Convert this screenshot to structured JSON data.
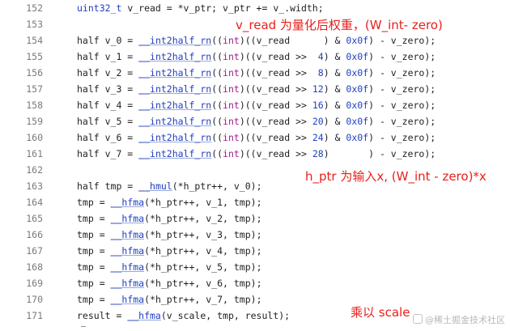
{
  "editor": {
    "lines": [
      {
        "num": "152",
        "tokens": [
          {
            "t": "uint32_t",
            "c": "type"
          },
          {
            "t": " v_read = *v_ptr; v_ptr += v_.width;",
            "c": "plain"
          }
        ]
      },
      {
        "num": "153",
        "tokens": []
      },
      {
        "num": "154",
        "tokens": [
          {
            "t": "half v_0 = ",
            "c": "plain"
          },
          {
            "t": "__int2half_rn",
            "c": "fn"
          },
          {
            "t": "((",
            "c": "plain"
          },
          {
            "t": "int",
            "c": "kw"
          },
          {
            "t": ")((v_read      ) & ",
            "c": "plain"
          },
          {
            "t": "0x0f",
            "c": "num"
          },
          {
            "t": ") - v_zero);",
            "c": "plain"
          }
        ]
      },
      {
        "num": "155",
        "tokens": [
          {
            "t": "half v_1 = ",
            "c": "plain"
          },
          {
            "t": "__int2half_rn",
            "c": "fn"
          },
          {
            "t": "((",
            "c": "plain"
          },
          {
            "t": "int",
            "c": "kw"
          },
          {
            "t": ")((v_read >>  ",
            "c": "plain"
          },
          {
            "t": "4",
            "c": "num"
          },
          {
            "t": ") & ",
            "c": "plain"
          },
          {
            "t": "0x0f",
            "c": "num"
          },
          {
            "t": ") - v_zero);",
            "c": "plain"
          }
        ]
      },
      {
        "num": "156",
        "tokens": [
          {
            "t": "half v_2 = ",
            "c": "plain"
          },
          {
            "t": "__int2half_rn",
            "c": "fn"
          },
          {
            "t": "((",
            "c": "plain"
          },
          {
            "t": "int",
            "c": "kw"
          },
          {
            "t": ")((v_read >>  ",
            "c": "plain"
          },
          {
            "t": "8",
            "c": "num"
          },
          {
            "t": ") & ",
            "c": "plain"
          },
          {
            "t": "0x0f",
            "c": "num"
          },
          {
            "t": ") - v_zero);",
            "c": "plain"
          }
        ]
      },
      {
        "num": "157",
        "tokens": [
          {
            "t": "half v_3 = ",
            "c": "plain"
          },
          {
            "t": "__int2half_rn",
            "c": "fn"
          },
          {
            "t": "((",
            "c": "plain"
          },
          {
            "t": "int",
            "c": "kw"
          },
          {
            "t": ")((v_read >> ",
            "c": "plain"
          },
          {
            "t": "12",
            "c": "num"
          },
          {
            "t": ") & ",
            "c": "plain"
          },
          {
            "t": "0x0f",
            "c": "num"
          },
          {
            "t": ") - v_zero);",
            "c": "plain"
          }
        ]
      },
      {
        "num": "158",
        "tokens": [
          {
            "t": "half v_4 = ",
            "c": "plain"
          },
          {
            "t": "__int2half_rn",
            "c": "fn"
          },
          {
            "t": "((",
            "c": "plain"
          },
          {
            "t": "int",
            "c": "kw"
          },
          {
            "t": ")((v_read >> ",
            "c": "plain"
          },
          {
            "t": "16",
            "c": "num"
          },
          {
            "t": ") & ",
            "c": "plain"
          },
          {
            "t": "0x0f",
            "c": "num"
          },
          {
            "t": ") - v_zero);",
            "c": "plain"
          }
        ]
      },
      {
        "num": "159",
        "tokens": [
          {
            "t": "half v_5 = ",
            "c": "plain"
          },
          {
            "t": "__int2half_rn",
            "c": "fn"
          },
          {
            "t": "((",
            "c": "plain"
          },
          {
            "t": "int",
            "c": "kw"
          },
          {
            "t": ")((v_read >> ",
            "c": "plain"
          },
          {
            "t": "20",
            "c": "num"
          },
          {
            "t": ") & ",
            "c": "plain"
          },
          {
            "t": "0x0f",
            "c": "num"
          },
          {
            "t": ") - v_zero);",
            "c": "plain"
          }
        ]
      },
      {
        "num": "160",
        "tokens": [
          {
            "t": "half v_6 = ",
            "c": "plain"
          },
          {
            "t": "__int2half_rn",
            "c": "fn"
          },
          {
            "t": "((",
            "c": "plain"
          },
          {
            "t": "int",
            "c": "kw"
          },
          {
            "t": ")((v_read >> ",
            "c": "plain"
          },
          {
            "t": "24",
            "c": "num"
          },
          {
            "t": ") & ",
            "c": "plain"
          },
          {
            "t": "0x0f",
            "c": "num"
          },
          {
            "t": ") - v_zero);",
            "c": "plain"
          }
        ]
      },
      {
        "num": "161",
        "tokens": [
          {
            "t": "half v_7 = ",
            "c": "plain"
          },
          {
            "t": "__int2half_rn",
            "c": "fn"
          },
          {
            "t": "((",
            "c": "plain"
          },
          {
            "t": "int",
            "c": "kw"
          },
          {
            "t": ")((v_read >> ",
            "c": "plain"
          },
          {
            "t": "28",
            "c": "num"
          },
          {
            "t": ")       ) - v_zero);",
            "c": "plain"
          }
        ]
      },
      {
        "num": "162",
        "tokens": []
      },
      {
        "num": "163",
        "tokens": [
          {
            "t": "half tmp = ",
            "c": "plain"
          },
          {
            "t": "__hmul",
            "c": "fn"
          },
          {
            "t": "(*h_ptr++, v_0);",
            "c": "plain"
          }
        ]
      },
      {
        "num": "164",
        "tokens": [
          {
            "t": "tmp = ",
            "c": "plain"
          },
          {
            "t": "__hfma",
            "c": "fn"
          },
          {
            "t": "(*h_ptr++, v_1, tmp);",
            "c": "plain"
          }
        ]
      },
      {
        "num": "165",
        "tokens": [
          {
            "t": "tmp = ",
            "c": "plain"
          },
          {
            "t": "__hfma",
            "c": "fn"
          },
          {
            "t": "(*h_ptr++, v_2, tmp);",
            "c": "plain"
          }
        ]
      },
      {
        "num": "166",
        "tokens": [
          {
            "t": "tmp = ",
            "c": "plain"
          },
          {
            "t": "__hfma",
            "c": "fn"
          },
          {
            "t": "(*h_ptr++, v_3, tmp);",
            "c": "plain"
          }
        ]
      },
      {
        "num": "167",
        "tokens": [
          {
            "t": "tmp = ",
            "c": "plain"
          },
          {
            "t": "__hfma",
            "c": "fn"
          },
          {
            "t": "(*h_ptr++, v_4, tmp);",
            "c": "plain"
          }
        ]
      },
      {
        "num": "168",
        "tokens": [
          {
            "t": "tmp = ",
            "c": "plain"
          },
          {
            "t": "__hfma",
            "c": "fn"
          },
          {
            "t": "(*h_ptr++, v_5, tmp);",
            "c": "plain"
          }
        ]
      },
      {
        "num": "169",
        "tokens": [
          {
            "t": "tmp = ",
            "c": "plain"
          },
          {
            "t": "__hfma",
            "c": "fn"
          },
          {
            "t": "(*h_ptr++, v_6, tmp);",
            "c": "plain"
          }
        ]
      },
      {
        "num": "170",
        "tokens": [
          {
            "t": "tmp = ",
            "c": "plain"
          },
          {
            "t": "__hfma",
            "c": "fn"
          },
          {
            "t": "(*h_ptr++, v_7, tmp);",
            "c": "plain"
          }
        ]
      },
      {
        "num": "171",
        "tokens": [
          {
            "t": "result = ",
            "c": "plain"
          },
          {
            "t": "__hfma",
            "c": "fn"
          },
          {
            "t": "(v_scale, tmp, result);",
            "c": "plain"
          }
        ]
      }
    ]
  },
  "annotations": {
    "dequant": "v_read 为量化后权重，(W_int- zero)",
    "input": "h_ptr 为输入x, (W_int - zero)*x",
    "scale": "乘以 scale"
  },
  "watermark": {
    "text": "@稀土掘金技术社区"
  },
  "fold_marker": "–"
}
